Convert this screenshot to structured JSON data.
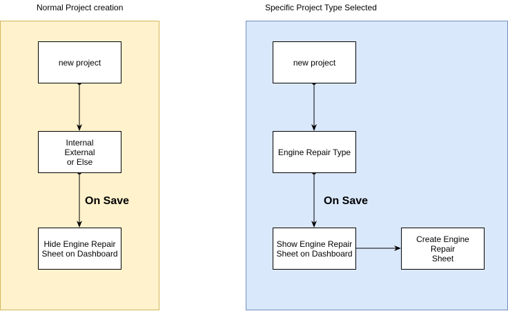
{
  "lanes": {
    "left": {
      "title": "Normal Project creation",
      "fill": "#fff2cc",
      "stroke": "#d6b656"
    },
    "right": {
      "title": "Specific Project Type Selected",
      "fill": "#dae8fc",
      "stroke": "#6c8ebf"
    }
  },
  "nodes": {
    "left_new_project": "new project",
    "left_project_type": "Internal\nExternal\nor Else",
    "left_hide_sheet": "Hide Engine Repair\nSheet on Dashboard",
    "right_new_project": "new project",
    "right_engine_repair_type": "Engine Repair Type",
    "right_show_sheet": "Show Engine Repair\nSheet on Dashboard",
    "right_create_sheet": "Create Engine Repair\nSheet"
  },
  "edge_labels": {
    "left_on_save": "On Save",
    "right_on_save": "On Save"
  }
}
